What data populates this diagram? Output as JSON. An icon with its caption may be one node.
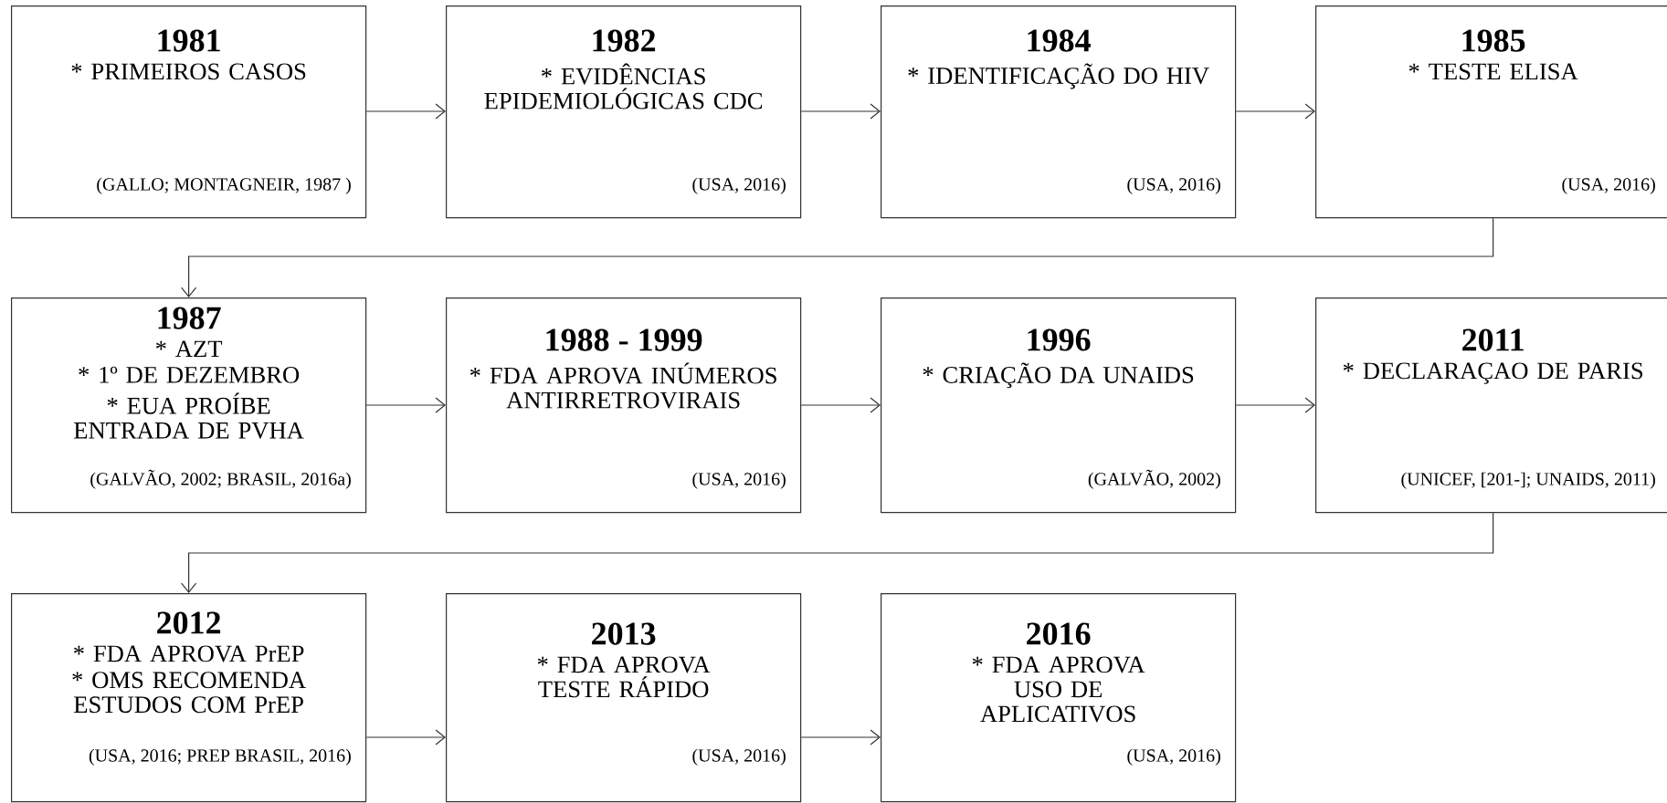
{
  "diagram": {
    "nodes": [
      {
        "text": [
          "1981",
          "* PRIMEIROS CASOS",
          "(GALLO; MONTAGNEIR, 1987 )"
        ]
      },
      {
        "text": [
          "1982",
          "* EVIDÊNCIAS EPIDEMIOLÓGICAS CDC",
          "(USA, 2016)"
        ]
      },
      {
        "text": [
          "1984",
          "* IDENTIFICAÇÃO DO HIV",
          "(USA, 2016)"
        ]
      },
      {
        "text": [
          "1985",
          "* TESTE ELISA",
          "(USA, 2016)"
        ]
      },
      {
        "text": [
          "1987",
          "* AZT",
          "* 1º DE DEZEMBRO",
          "* EUA PROÍBE ENTRADA DE PVHA",
          "(GALVÃO, 2002; BRASIL, 2016a)"
        ]
      },
      {
        "text": [
          "1988 - 1999",
          "* FDA APROVA INÚMEROS ANTIRRETROVIRAIS",
          "(USA, 2016)"
        ]
      },
      {
        "text": [
          "1996",
          "* CRIAÇÃO DA UNAIDS",
          "(GALVÃO, 2002)"
        ]
      },
      {
        "text": [
          "2011",
          "* DECLARAÇAO DE PARIS",
          "(UNICEF, [201-]; UNAIDS, 2011)"
        ]
      },
      {
        "text": [
          "2012",
          "* FDA APROVA PrEP",
          "* OMS RECOMENDA ESTUDOS COM PrEP",
          "(USA, 2016; PREP BRASIL, 2016)"
        ]
      },
      {
        "text": [
          "2013",
          "* FDA APROVA TESTE RÁPIDO",
          "(USA, 2016)"
        ]
      },
      {
        "text": [
          "2016",
          "* FDA APROVA USO DE APLICATIVOS",
          "(USA, 2016)"
        ]
      }
    ],
    "edges": [
      {
        "from": 0,
        "to": 1,
        "arrow": "to"
      },
      {
        "from": 1,
        "to": 2,
        "arrow": "to"
      },
      {
        "from": 2,
        "to": 3,
        "arrow": "to"
      },
      {
        "from": 3,
        "to": 4,
        "arrow": "to"
      },
      {
        "from": 4,
        "to": 5,
        "arrow": "to"
      },
      {
        "from": 5,
        "to": 6,
        "arrow": "to"
      },
      {
        "from": 6,
        "to": 7,
        "arrow": "to"
      },
      {
        "from": 7,
        "to": 8,
        "arrow": "to"
      },
      {
        "from": 8,
        "to": 9,
        "arrow": "to"
      },
      {
        "from": 9,
        "to": 10,
        "arrow": "to"
      }
    ]
  }
}
